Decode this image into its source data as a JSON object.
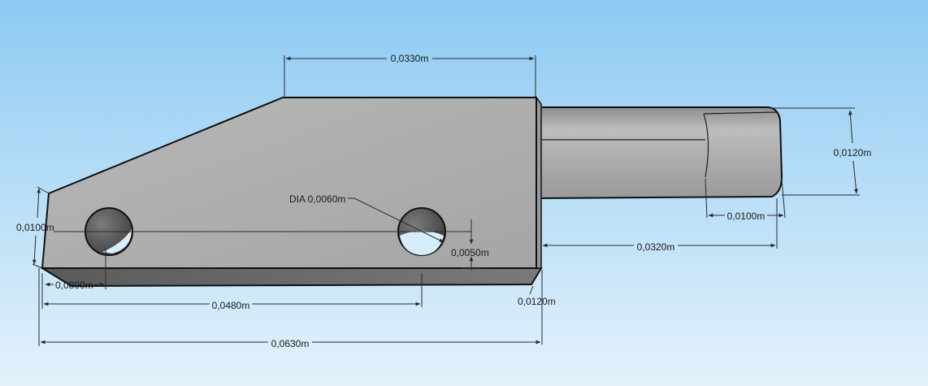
{
  "dimensions": {
    "top_width": "0,0330m",
    "pin_diameter": "0,0120m",
    "pin_end_length": "0,0100m",
    "pin_length": "0,0320m",
    "hole_diameter": "DIA 0,0060m",
    "left_height": "0,0100m",
    "hole_offset_vertical": "0,0050m",
    "hole_offset_left": "0,0800m",
    "plate_thickness": "0,0120m",
    "hole_spacing": "0,0480m",
    "overall_length": "0,0630m"
  },
  "colors": {
    "background_top": "#8ccaf3",
    "background_bottom": "#dff0fb",
    "part_face": "#b2b2b2",
    "part_shadow": "#6c6c6c"
  }
}
